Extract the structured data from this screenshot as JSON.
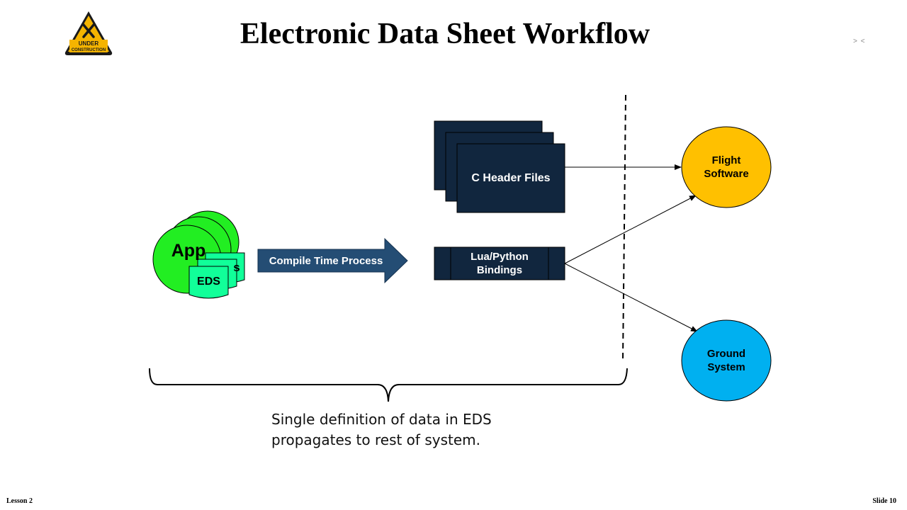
{
  "slide": {
    "title": "Electronic Data Sheet Workflow",
    "corner_mark": "> <",
    "footer_left": "Lesson 2",
    "footer_right": "Slide 10"
  },
  "logo": {
    "icon": "under-construction-sign",
    "line1": "UNDER",
    "line2": "CONSTRUCTION"
  },
  "diagram": {
    "app_label": "App",
    "app_back_label": "s",
    "eds_label": "EDS",
    "process_label": "Compile Time Process",
    "c_header_label": "C Header Files",
    "bindings_label": "Lua/Python Bindings",
    "flight_label": "Flight Software",
    "ground_label": "Ground System",
    "caption_line1": "Single definition of data in EDS",
    "caption_line2": "propagates to rest of system."
  },
  "colors": {
    "app_green": "#22ee22",
    "eds_green": "#11ff99",
    "process_arrow": "#244d74",
    "dark_box": "#11263e",
    "flight_orange": "#ffc000",
    "ground_blue": "#00b0f0"
  }
}
